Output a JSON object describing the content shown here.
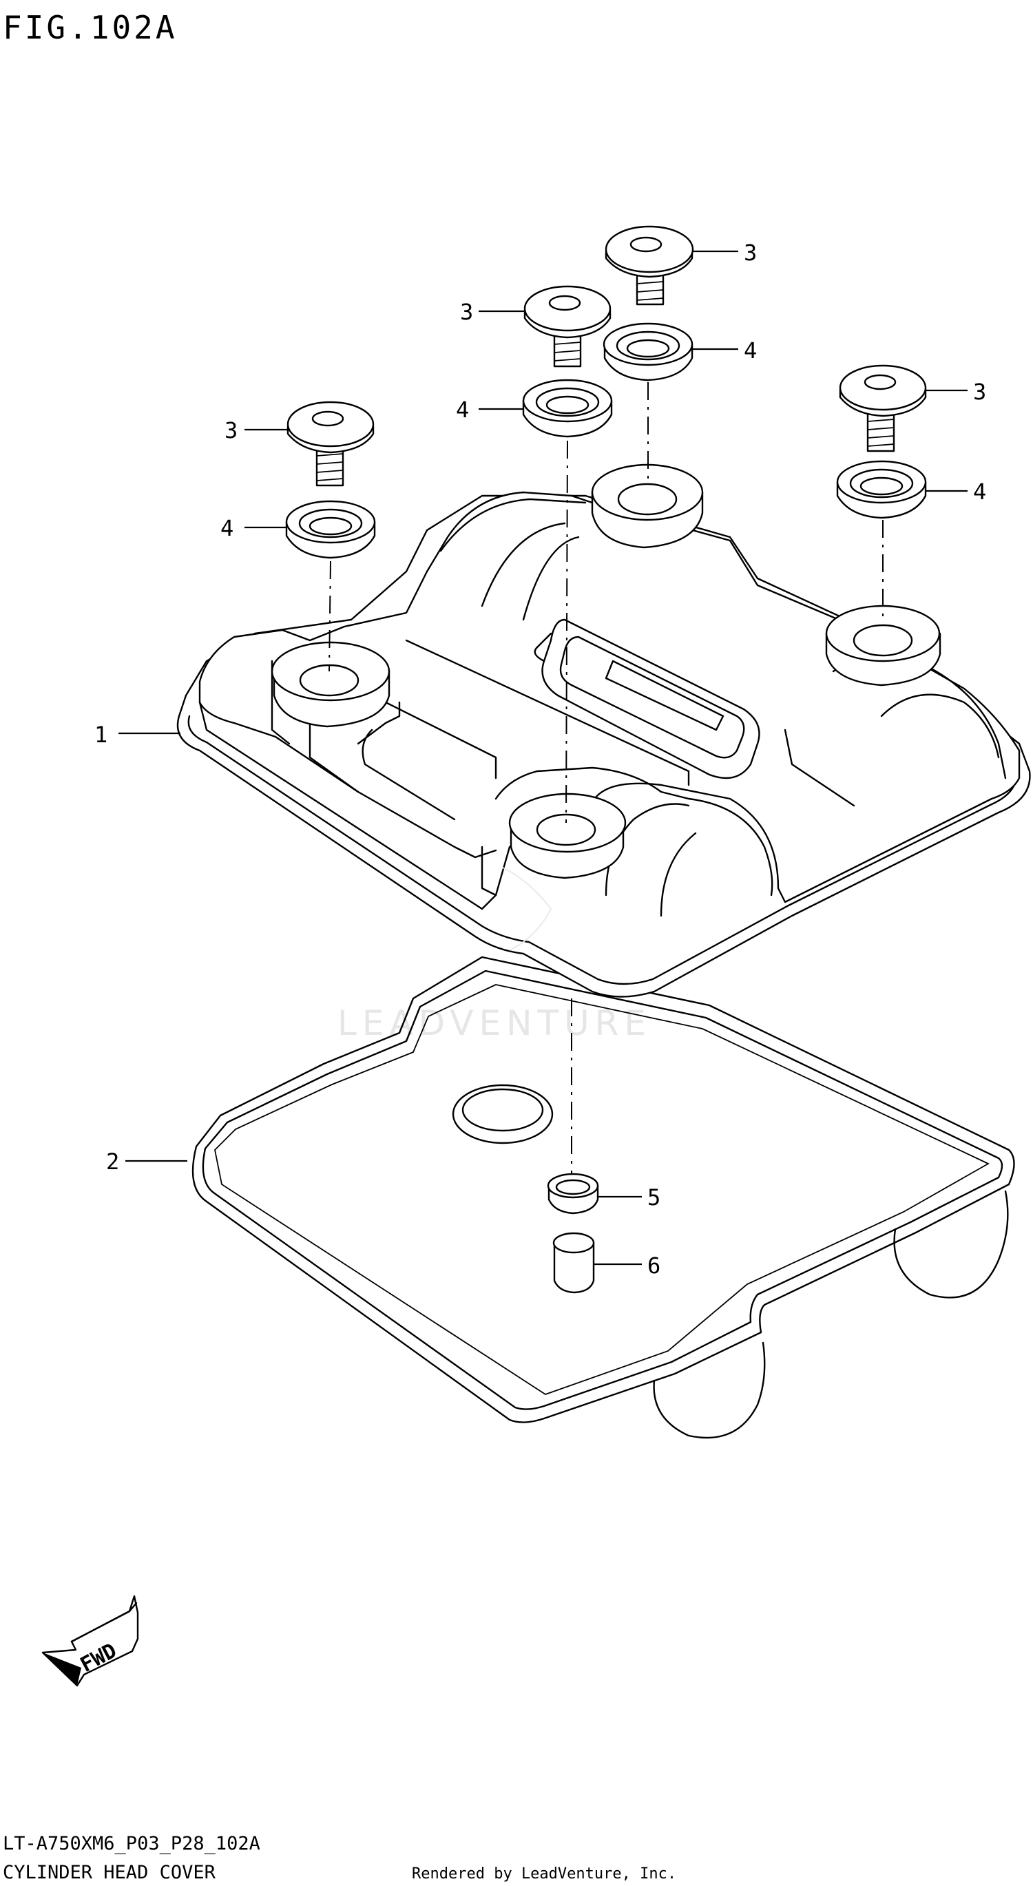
{
  "figure": {
    "title": "FIG.102A",
    "code": "LT-A750XM6_P03_P28_102A",
    "caption": "CYLINDER HEAD COVER",
    "rendered_by": "Rendered by LeadVenture, Inc.",
    "watermark": "LEADVENTURE",
    "fwd_label": "FWD"
  },
  "callouts": [
    {
      "id": "c1",
      "label": "1"
    },
    {
      "id": "c2",
      "label": "2"
    },
    {
      "id": "c3a",
      "label": "3"
    },
    {
      "id": "c3b",
      "label": "3"
    },
    {
      "id": "c3c",
      "label": "3"
    },
    {
      "id": "c3d",
      "label": "3"
    },
    {
      "id": "c4a",
      "label": "4"
    },
    {
      "id": "c4b",
      "label": "4"
    },
    {
      "id": "c4c",
      "label": "4"
    },
    {
      "id": "c4d",
      "label": "4"
    },
    {
      "id": "c5",
      "label": "5"
    },
    {
      "id": "c6",
      "label": "6"
    }
  ]
}
